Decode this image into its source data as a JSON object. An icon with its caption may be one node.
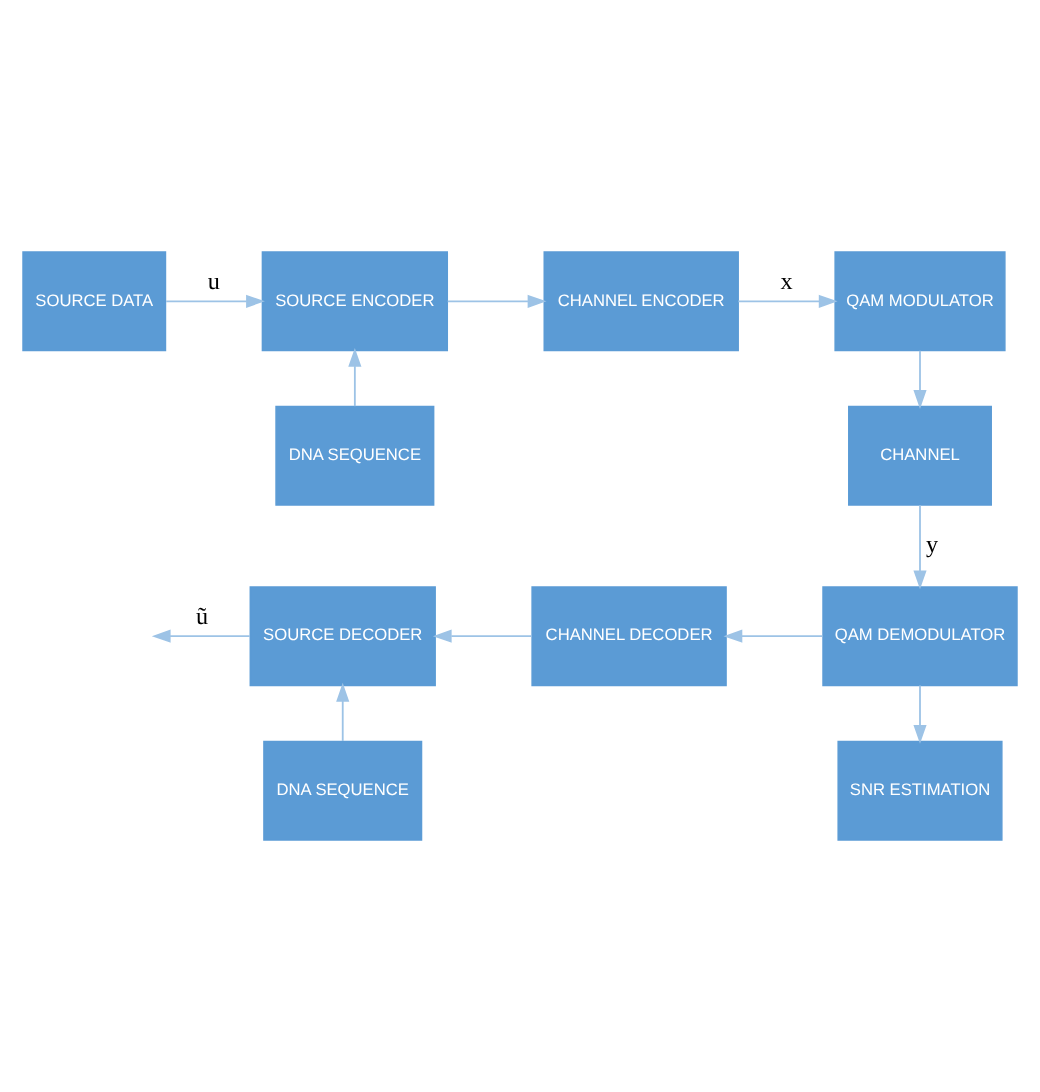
{
  "diagram": {
    "nodes": [
      {
        "text": [
          "SOURCE DATA"
        ]
      },
      {
        "text": [
          "SOURCE ENCODER"
        ]
      },
      {
        "text": [
          "CHANNEL ENCODER"
        ]
      },
      {
        "text": [
          "QAM MODULATOR"
        ]
      },
      {
        "text": [
          "DNA SEQUENCE"
        ]
      },
      {
        "text": [
          "CHANNEL"
        ]
      },
      {
        "text": [
          "QAM DEMODULATOR"
        ]
      },
      {
        "text": [
          "CHANNEL DECODER"
        ]
      },
      {
        "text": [
          "SOURCE DECODER"
        ]
      },
      {
        "text": [
          "SNR ESTIMATION"
        ]
      },
      {
        "text": [
          "DNA SEQUENCE"
        ]
      }
    ],
    "edges": [
      {
        "from": 0,
        "to": 1,
        "arrow": "to",
        "label": "u"
      },
      {
        "from": 1,
        "to": 2,
        "arrow": "to"
      },
      {
        "from": 2,
        "to": 3,
        "arrow": "to",
        "label": "x"
      },
      {
        "from": 4,
        "to": 1,
        "arrow": "to"
      },
      {
        "from": 3,
        "to": 5,
        "arrow": "to"
      },
      {
        "from": 5,
        "to": 6,
        "arrow": "to",
        "label": "y"
      },
      {
        "from": 6,
        "to": 7,
        "arrow": "to"
      },
      {
        "from": 7,
        "to": 8,
        "arrow": "to"
      },
      {
        "from": 8,
        "to": null,
        "arrow": "to",
        "label": "ũ"
      },
      {
        "from": 6,
        "to": 9,
        "arrow": "to"
      },
      {
        "from": 10,
        "to": 8,
        "arrow": "to"
      }
    ]
  }
}
